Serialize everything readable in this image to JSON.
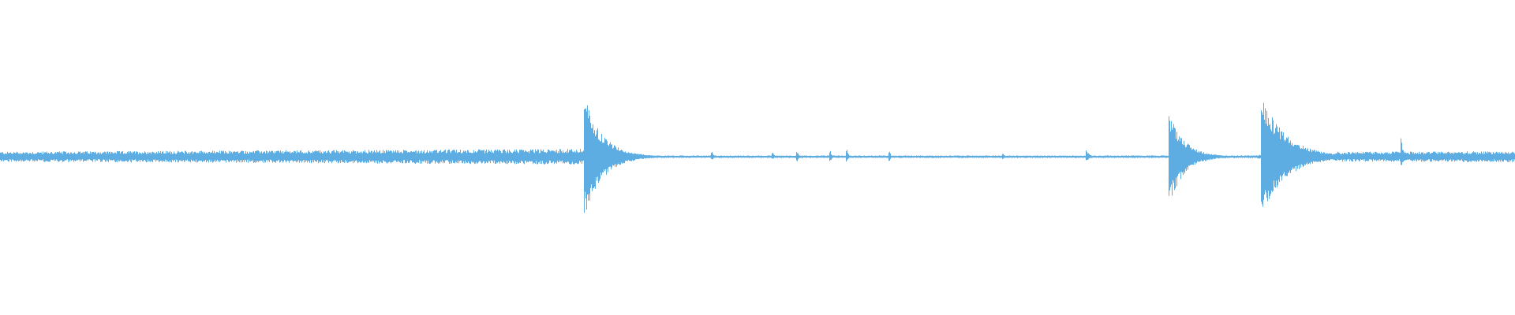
{
  "waveform": {
    "color": "#5dade2",
    "background": "#ffffff",
    "baseline_amplitude": 0.012,
    "segments": [
      {
        "start": 0.0,
        "end": 0.386,
        "level": 0.07,
        "ramp_to": 0.11
      },
      {
        "start": 0.386,
        "end": 0.4,
        "level": 0.11,
        "ramp_to": 0.02
      },
      {
        "start": 0.4,
        "end": 0.77,
        "level": 0.018,
        "ramp_to": 0.018
      },
      {
        "start": 0.77,
        "end": 0.83,
        "level": 0.02,
        "ramp_to": 0.02
      },
      {
        "start": 0.83,
        "end": 0.88,
        "level": 0.025,
        "ramp_to": 0.05
      },
      {
        "start": 0.88,
        "end": 1.0,
        "level": 0.07,
        "ramp_to": 0.075
      }
    ],
    "transients": [
      {
        "pos": 0.386,
        "peak_up": 0.98,
        "peak_down": 0.97,
        "decay": 0.012
      },
      {
        "pos": 0.772,
        "peak_up": 0.72,
        "peak_down": 0.78,
        "decay": 0.01
      },
      {
        "pos": 0.833,
        "peak_up": 1.0,
        "peak_down": 1.0,
        "decay": 0.016
      },
      {
        "pos": 0.47,
        "peak_up": 0.08,
        "peak_down": 0.06,
        "decay": 0.001
      },
      {
        "pos": 0.51,
        "peak_up": 0.07,
        "peak_down": 0.05,
        "decay": 0.001
      },
      {
        "pos": 0.526,
        "peak_up": 0.1,
        "peak_down": 0.08,
        "decay": 0.001
      },
      {
        "pos": 0.548,
        "peak_up": 0.1,
        "peak_down": 0.09,
        "decay": 0.001
      },
      {
        "pos": 0.559,
        "peak_up": 0.12,
        "peak_down": 0.09,
        "decay": 0.001
      },
      {
        "pos": 0.587,
        "peak_up": 0.09,
        "peak_down": 0.07,
        "decay": 0.001
      },
      {
        "pos": 0.662,
        "peak_up": 0.06,
        "peak_down": 0.05,
        "decay": 0.001
      },
      {
        "pos": 0.717,
        "peak_up": 0.12,
        "peak_down": 0.08,
        "decay": 0.002
      },
      {
        "pos": 0.925,
        "peak_up": 0.31,
        "peak_down": 0.2,
        "decay": 0.001
      }
    ]
  }
}
